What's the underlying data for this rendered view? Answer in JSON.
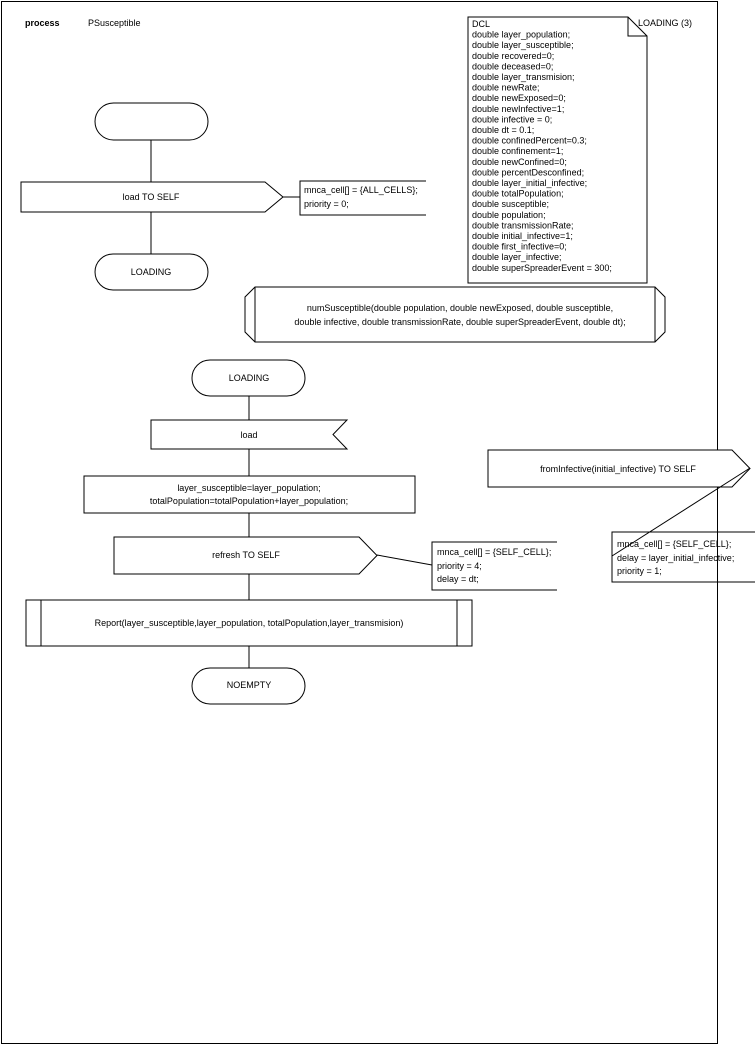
{
  "header": {
    "keyword": "process",
    "process_name": "PSusceptible",
    "page_label": "LOADING (3)"
  },
  "start_block": {
    "label": "",
    "output": "load TO SELF",
    "output_note": [
      "mnca_cell[] = {ALL_CELLS};",
      "priority = 0;"
    ],
    "next_state": "LOADING"
  },
  "declarations": [
    "DCL",
    "double layer_population;",
    "double layer_susceptible;",
    "double recovered=0;",
    "double deceased=0;",
    "double layer_transmision;",
    "double newRate;",
    "double newExposed=0;",
    "double newInfective=1;",
    "double infective = 0;",
    "double dt = 0.1;",
    "double confinedPercent=0.3;",
    "double confinement=1;",
    "double newConfined=0;",
    "double percentDesconfined;",
    "double layer_initial_infective;",
    "double totalPopulation;",
    "double susceptible;",
    "double population;",
    "double transmissionRate;",
    "double initial_infective=1;",
    "double first_infective=0;",
    "double layer_infective;",
    "double superSpreaderEvent = 300;"
  ],
  "procedure_decl": [
    "numSusceptible(double population, double newExposed, double susceptible,",
    "double infective, double transmissionRate, double superSpreaderEvent, double dt);"
  ],
  "loading_block": {
    "state": "LOADING",
    "input": "load",
    "task": [
      "layer_susceptible=layer_population;",
      "totalPopulation=totalPopulation+layer_population;"
    ],
    "output": "refresh TO SELF",
    "output_note": [
      "mnca_cell[] = {SELF_CELL};",
      "priority = 4;",
      "delay = dt;"
    ],
    "procedure_call": "Report(layer_susceptible,layer_population, totalPopulation,layer_transmision)",
    "next_state": "NOEMPTY"
  },
  "side_block": {
    "output": "fromInfective(initial_infective) TO SELF",
    "output_note": [
      "mnca_cell[] = {SELF_CELL};",
      "delay = layer_initial_infective;",
      "priority = 1;"
    ]
  }
}
